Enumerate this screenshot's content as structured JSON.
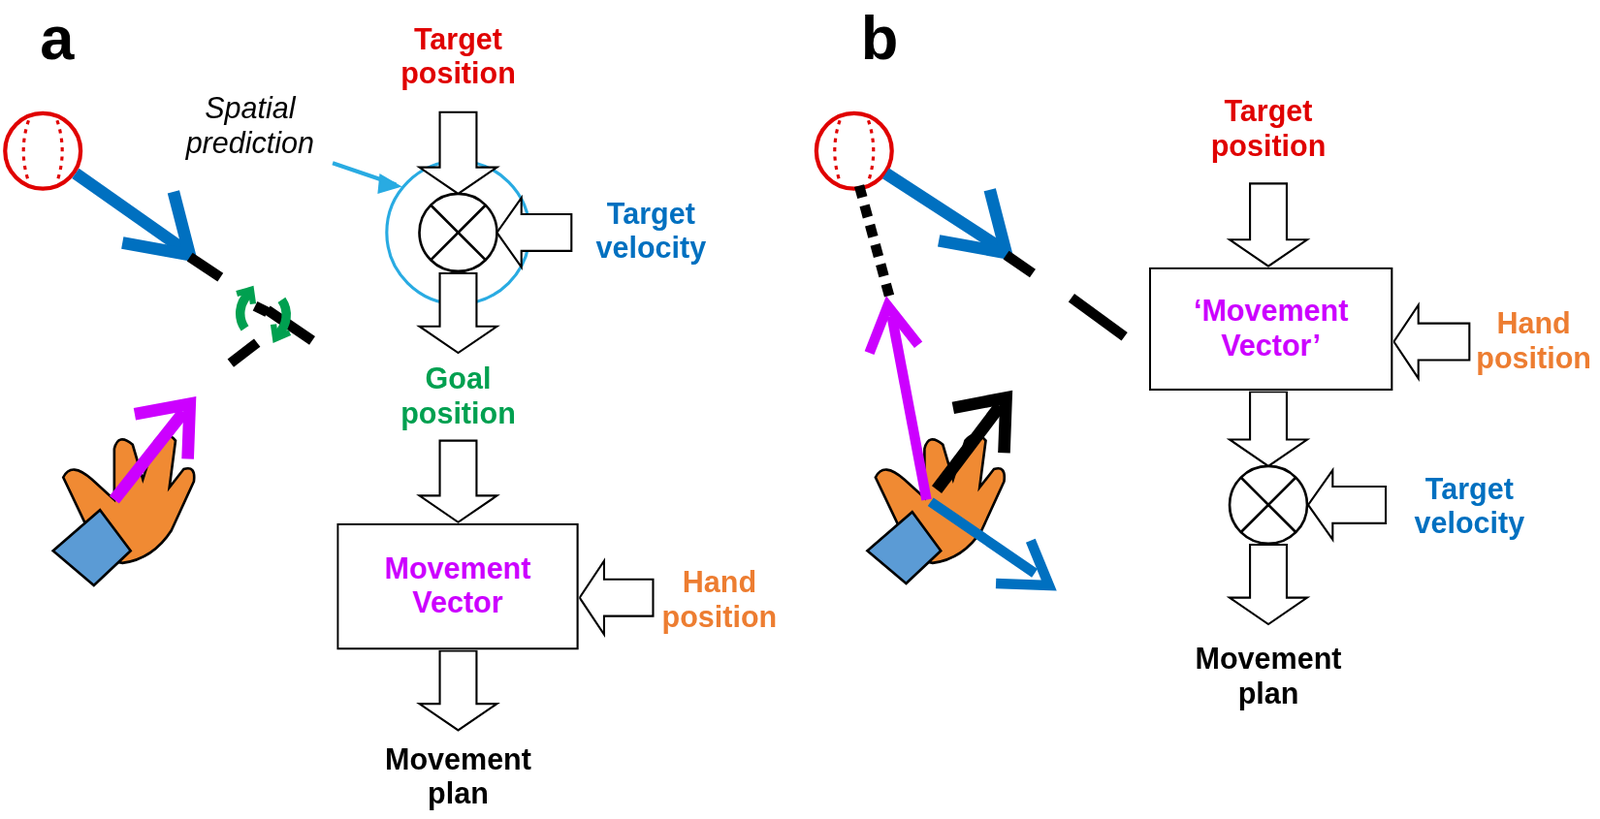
{
  "diagram": {
    "nodes": [
      {
        "text": [
          "Movement Vector"
        ]
      },
      {
        "text": [
          "‘Movement Vector’"
        ]
      }
    ],
    "labels": [
      "a",
      "Spatial prediction",
      "Target position",
      "Target velocity",
      "Goal position",
      "Hand position",
      "Movement plan",
      "b",
      "Target position",
      "Hand position",
      "Target velocity",
      "Movement plan"
    ]
  }
}
